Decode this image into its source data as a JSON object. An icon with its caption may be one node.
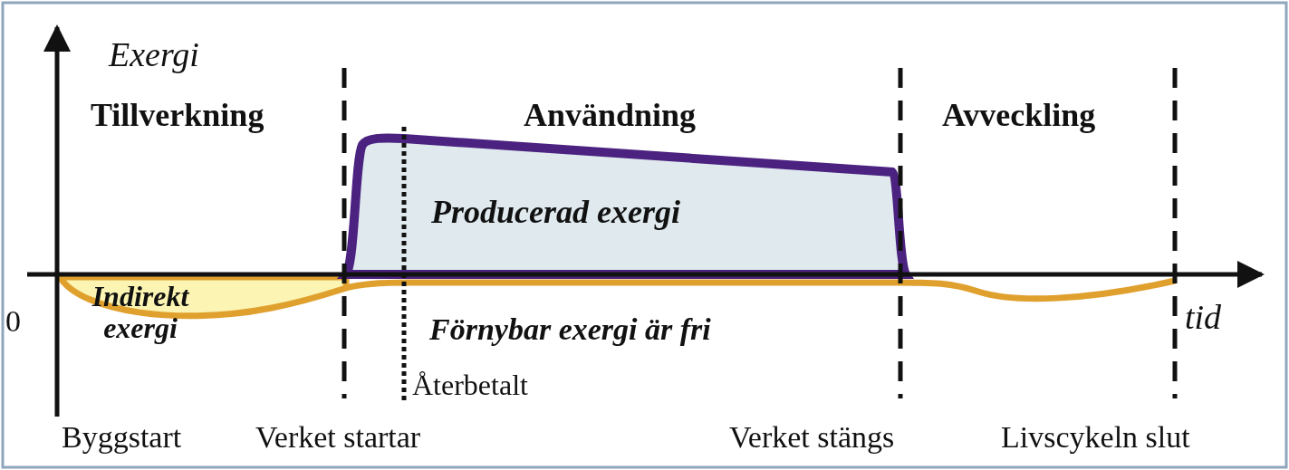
{
  "diagram": {
    "labels": [
      "Exergi",
      "Tillverkning",
      "Användning",
      "Avveckling",
      "Producerad exergi",
      "Indirekt exergi",
      "0",
      "tid",
      "Förnybar exergi är fri",
      "Återbetalt",
      "Byggstart",
      "Verket startar",
      "Verket stängs",
      "Livscykeln slut"
    ]
  }
}
